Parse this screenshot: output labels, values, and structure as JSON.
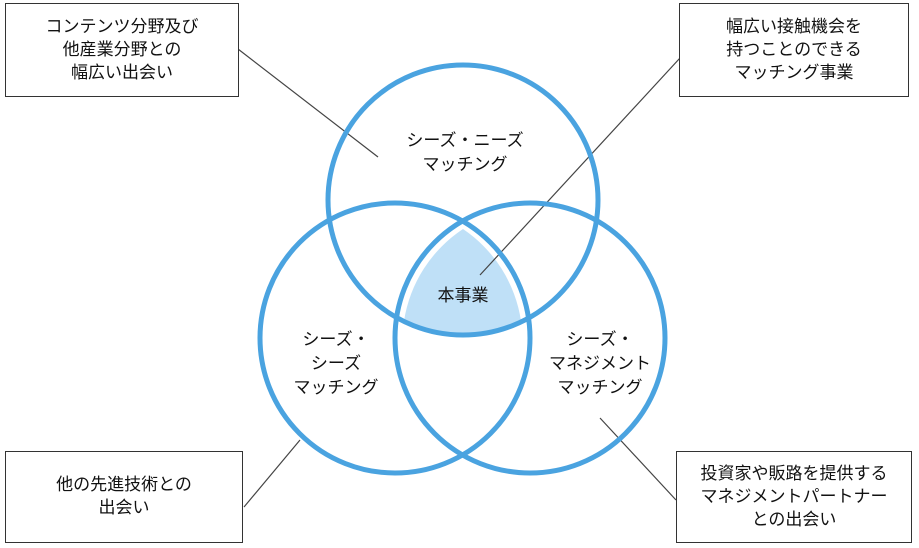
{
  "circles": {
    "top": {
      "lines": [
        "シーズ・ニーズ",
        "マッチング"
      ]
    },
    "left": {
      "lines": [
        "シーズ・",
        "シーズ",
        "マッチング"
      ]
    },
    "right": {
      "lines": [
        "シーズ・",
        "マネジメント",
        "マッチング"
      ]
    },
    "center": {
      "text": "本事業"
    }
  },
  "callouts": {
    "top_left": {
      "lines": [
        "コンテンツ分野及び",
        "他産業分野との",
        "幅広い出会い"
      ]
    },
    "top_right": {
      "lines": [
        "幅広い接触機会を",
        "持つことのできる",
        "マッチング事業"
      ]
    },
    "bottom_left": {
      "lines": [
        "他の先進技術との",
        "出会い"
      ]
    },
    "bottom_right": {
      "lines": [
        "投資家や販路を提供する",
        "マネジメントパートナー",
        "との出会い"
      ]
    }
  },
  "colors": {
    "ring": "#4aa3e0",
    "center_fill": "#bfe0f7",
    "leader_line": "#444444",
    "box_border": "#333333"
  }
}
